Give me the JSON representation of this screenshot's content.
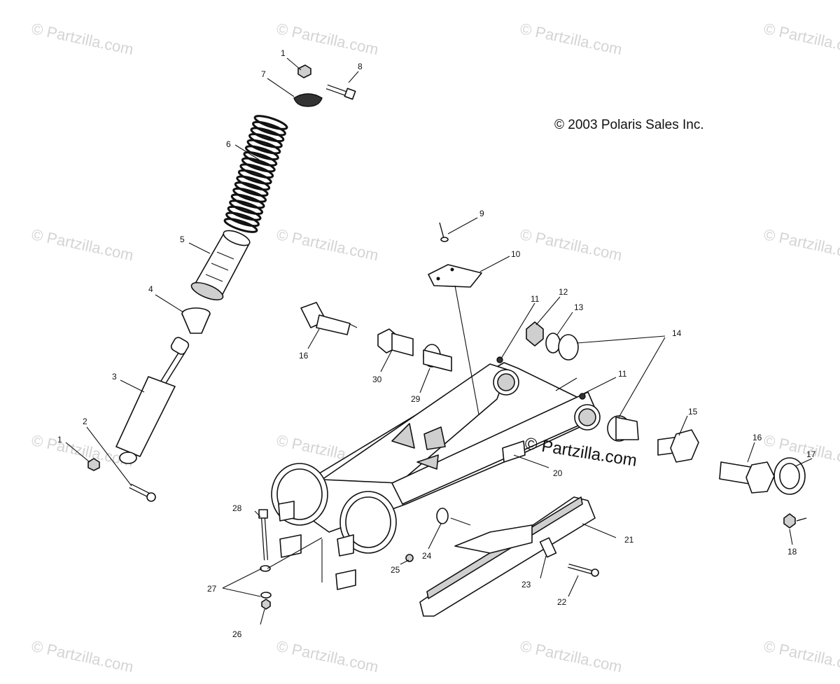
{
  "copyright": "© 2003 Polaris Sales Inc.",
  "watermark": "© Partzilla.com",
  "callouts": [
    "1",
    "7",
    "8",
    "6",
    "5",
    "4",
    "3",
    "2",
    "1",
    "9",
    "10",
    "11",
    "12",
    "13",
    "14",
    "16",
    "30",
    "29",
    "11",
    "15",
    "16",
    "17",
    "18",
    "20",
    "21",
    "28",
    "27",
    "26",
    "25",
    "24",
    "23",
    "22"
  ]
}
